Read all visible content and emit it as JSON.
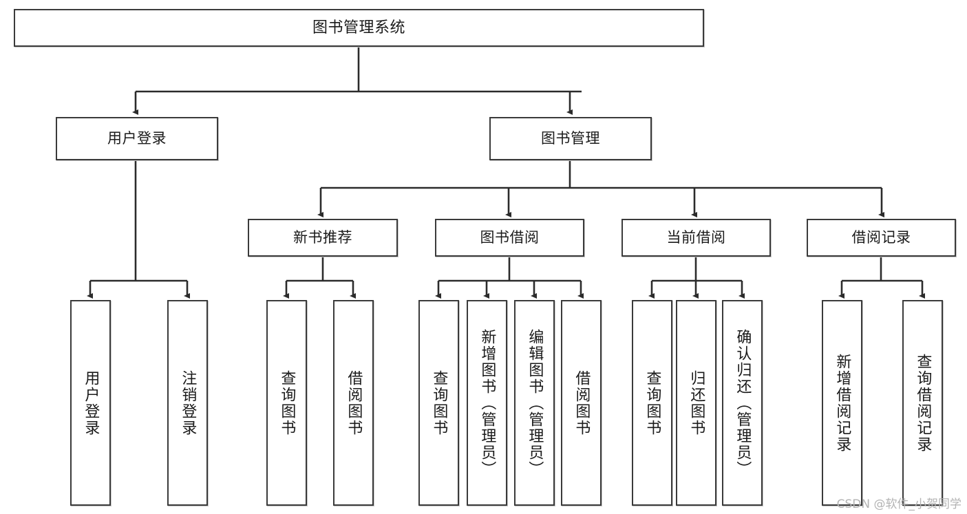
{
  "diagram": {
    "title": "图书管理系统",
    "type": "tree-hierarchy-diagram",
    "colors": {
      "box_border": "#3a3a3a",
      "box_fill": "#ffffff",
      "edge": "#2b2b2b",
      "text": "#1a1a1a",
      "watermark": "#b3b3b3"
    }
  },
  "root": {
    "label": "图书管理系统"
  },
  "level2": {
    "user_login": {
      "label": "用户登录"
    },
    "book_manage": {
      "label": "图书管理"
    }
  },
  "level3": {
    "new_book_rec": {
      "label": "新书推荐"
    },
    "book_borrow": {
      "label": "图书借阅"
    },
    "current_borrow": {
      "label": "当前借阅"
    },
    "borrow_record": {
      "label": "借阅记录"
    }
  },
  "leaves": {
    "user_login": [
      {
        "label": "用户登录"
      },
      {
        "label": "注销登录"
      }
    ],
    "new_book_rec": [
      {
        "label": "查询图书"
      },
      {
        "label": "借阅图书"
      }
    ],
    "book_borrow": [
      {
        "label": "查询图书"
      },
      {
        "label": "新增图书（管理员）"
      },
      {
        "label": "编辑图书（管理员）"
      },
      {
        "label": "借阅图书"
      }
    ],
    "current_borrow": [
      {
        "label": "查询图书"
      },
      {
        "label": "归还图书"
      },
      {
        "label": "确认归还（管理员）"
      }
    ],
    "borrow_record": [
      {
        "label": "新增借阅记录"
      },
      {
        "label": "查询借阅记录"
      }
    ]
  },
  "watermark": {
    "text": "CSDN @软件_小贺同学"
  }
}
